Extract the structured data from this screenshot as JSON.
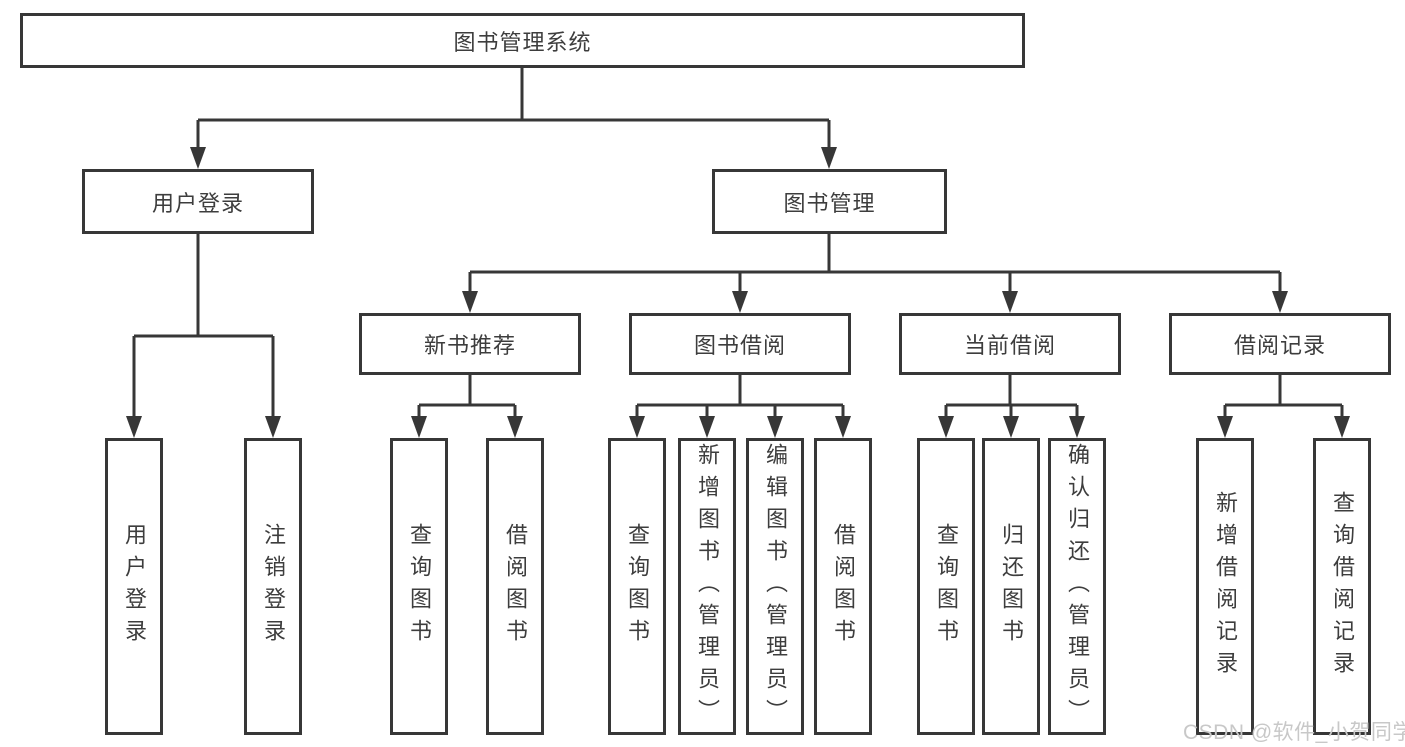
{
  "diagram": {
    "watermark": "CSDN @软件_小贺同学",
    "colors": {
      "line": "#373737",
      "box_border": "#373737",
      "text": "#3d3d3d",
      "watermark": "#c8c8c8",
      "background": "#ffffff"
    },
    "root": {
      "label": "图书管理系统",
      "branches": [
        {
          "label": "用户登录",
          "leaves": [
            {
              "label": "用户登录"
            },
            {
              "label": "注销登录"
            }
          ]
        },
        {
          "label": "图书管理",
          "sections": [
            {
              "label": "新书推荐",
              "leaves": [
                {
                  "label": "查询图书"
                },
                {
                  "label": "借阅图书"
                }
              ]
            },
            {
              "label": "图书借阅",
              "leaves": [
                {
                  "label": "查询图书"
                },
                {
                  "label": "新增图书（管理员）"
                },
                {
                  "label": "编辑图书（管理员）"
                },
                {
                  "label": "借阅图书"
                }
              ]
            },
            {
              "label": "当前借阅",
              "leaves": [
                {
                  "label": "查询图书"
                },
                {
                  "label": "归还图书"
                },
                {
                  "label": "确认归还（管理员）"
                }
              ]
            },
            {
              "label": "借阅记录",
              "leaves": [
                {
                  "label": "新增借阅记录"
                },
                {
                  "label": "查询借阅记录"
                }
              ]
            }
          ]
        }
      ]
    }
  }
}
